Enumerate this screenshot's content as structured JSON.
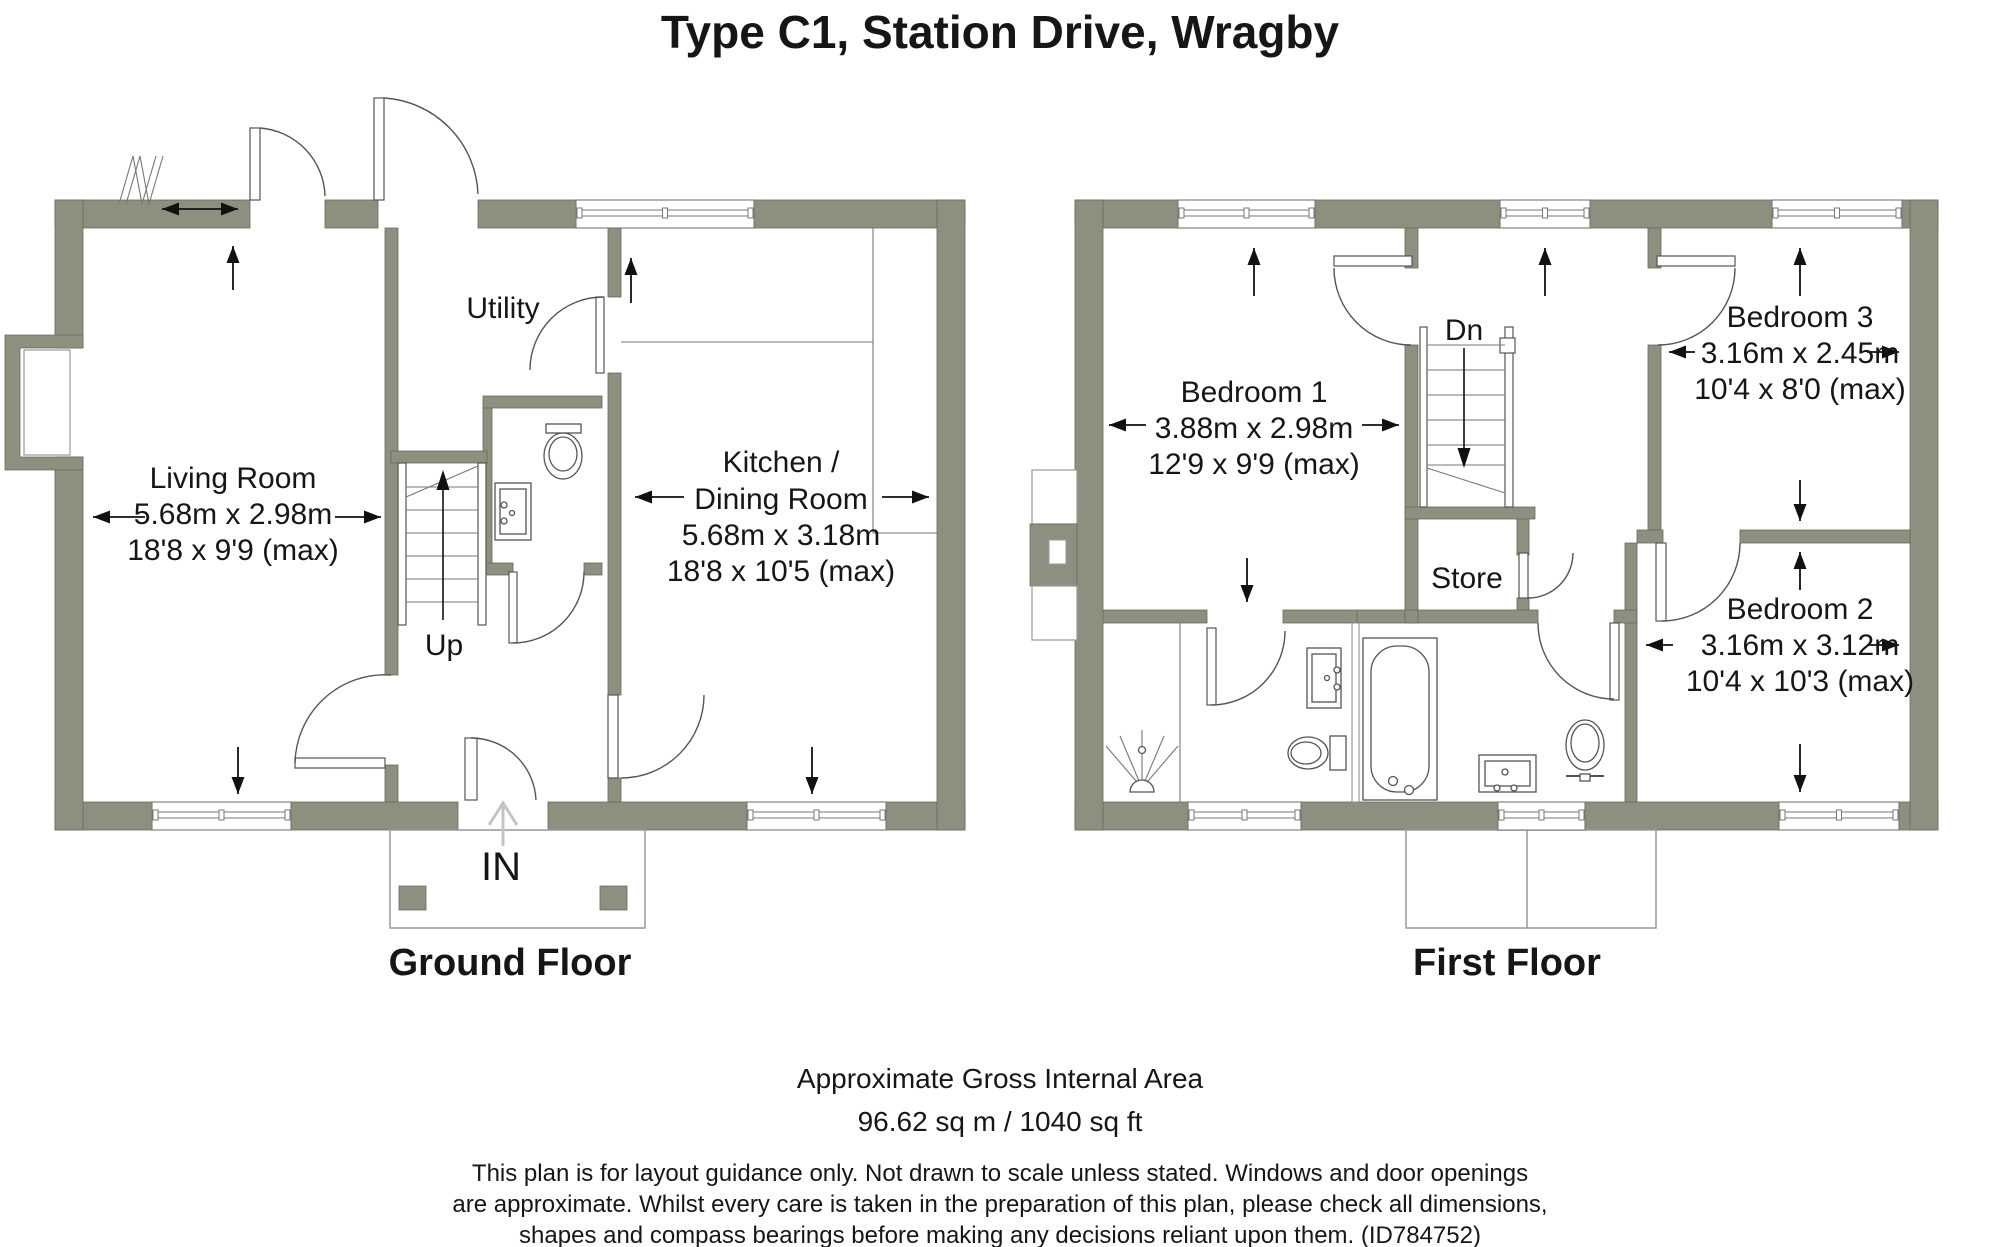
{
  "title": "Type C1, Station Drive, Wragby",
  "colors": {
    "wall": "#8F8F80",
    "line": "#555550",
    "text": "#161616",
    "light_arrow": "#C4C4C4"
  },
  "ground_floor": {
    "label": "Ground Floor",
    "entrance_label": "IN",
    "stairs_label": "Up",
    "rooms": {
      "living_room": {
        "name": "Living Room",
        "metric": "5.68m x 2.98m",
        "imperial": "18'8 x 9'9 (max)"
      },
      "kitchen_dining": {
        "name_line1": "Kitchen /",
        "name_line2": "Dining Room",
        "metric": "5.68m x 3.18m",
        "imperial": "18'8 x 10'5 (max)"
      },
      "utility": {
        "name": "Utility"
      }
    }
  },
  "first_floor": {
    "label": "First Floor",
    "stairs_label": "Dn",
    "rooms": {
      "bedroom1": {
        "name": "Bedroom 1",
        "metric": "3.88m x 2.98m",
        "imperial": "12'9 x 9'9 (max)"
      },
      "bedroom2": {
        "name": "Bedroom 2",
        "metric": "3.16m x 3.12m",
        "imperial": "10'4 x 10'3 (max)"
      },
      "bedroom3": {
        "name": "Bedroom 3",
        "metric": "3.16m x 2.45m",
        "imperial": "10'4 x 8'0 (max)"
      },
      "store": {
        "name": "Store"
      }
    }
  },
  "footer": {
    "area_title": "Approximate Gross Internal Area",
    "area_value": "96.62 sq m / 1040 sq ft",
    "disclaimer_line1": "This plan is for layout guidance only. Not drawn to scale unless stated. Windows and door openings",
    "disclaimer_line2": "are approximate. Whilst every care is taken in the preparation of this plan, please check all dimensions,",
    "disclaimer_line3": "shapes and compass bearings before making any decisions reliant upon them. (ID784752)"
  }
}
